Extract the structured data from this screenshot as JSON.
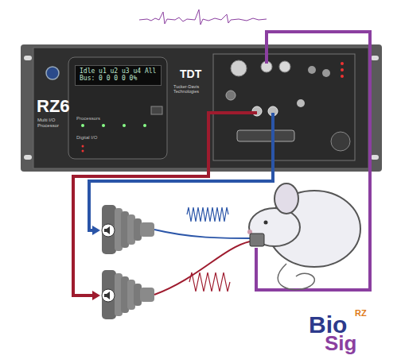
{
  "diagram": {
    "nodes": [
      {
        "text": [
          "RZ6",
          "Multi I/O Processor"
        ]
      },
      {
        "text": [
          "Idle u1 u2 u3 u4 All",
          "Bus: 0 0 0 0 0%"
        ],
        "in": 0
      }
    ],
    "labels": [
      "TDT",
      "Tucker-Davis Technologies",
      "Processors",
      "Digital I/O",
      "Bio",
      "Sig",
      "RZ"
    ]
  }
}
